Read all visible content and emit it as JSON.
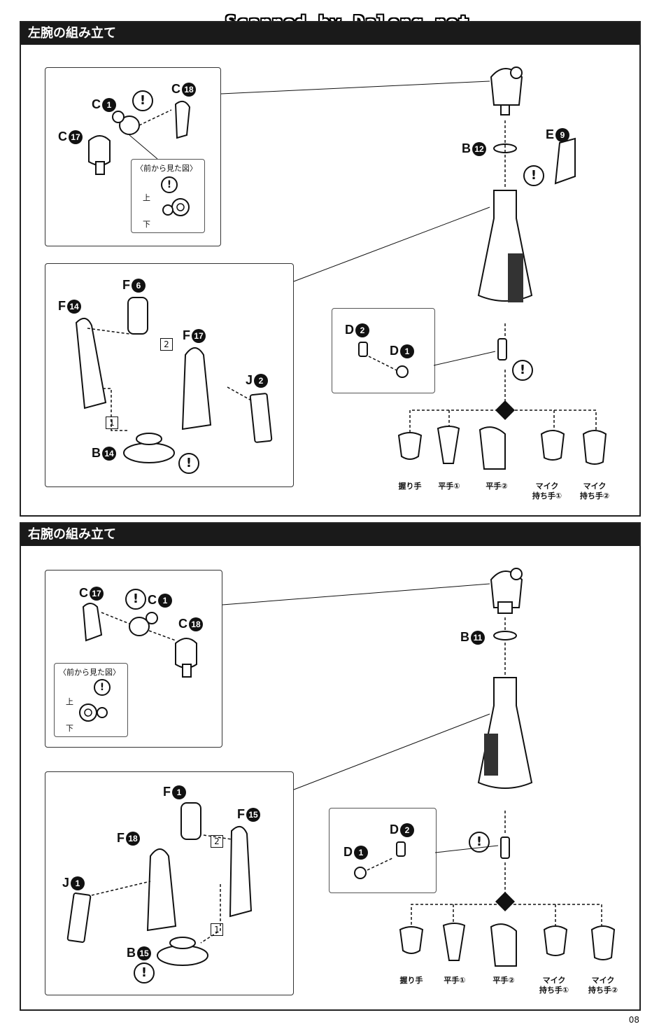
{
  "watermark": "Scanned by Dalong.net",
  "page_number": "08",
  "sections": [
    {
      "title": "左腕の組み立て",
      "box1": {
        "labels": [
          "C",
          "C",
          "C"
        ],
        "nums": [
          "1",
          "17",
          "18"
        ],
        "detail_title": "〈前から見た図〉",
        "top": "上",
        "bottom": "下"
      },
      "box2": {
        "labels": [
          "F",
          "F",
          "F",
          "J",
          "B"
        ],
        "nums": [
          "6",
          "14",
          "17",
          "2",
          "14"
        ],
        "steps": [
          "1",
          "2"
        ]
      },
      "box3": {
        "labels": [
          "D",
          "D"
        ],
        "nums": [
          "2",
          "1"
        ]
      },
      "main": {
        "labels": [
          "B",
          "E"
        ],
        "nums": [
          "12",
          "9"
        ]
      },
      "hands": [
        "握り手",
        "平手①",
        "平手②",
        "マイク\n持ち手①",
        "マイク\n持ち手②"
      ]
    },
    {
      "title": "右腕の組み立て",
      "box1": {
        "labels": [
          "C",
          "C",
          "C"
        ],
        "nums": [
          "17",
          "1",
          "18"
        ],
        "detail_title": "〈前から見た図〉",
        "top": "上",
        "bottom": "下"
      },
      "box2": {
        "labels": [
          "F",
          "F",
          "F",
          "J",
          "B"
        ],
        "nums": [
          "1",
          "18",
          "15",
          "1",
          "15"
        ],
        "steps": [
          "1",
          "2"
        ]
      },
      "box3": {
        "labels": [
          "D",
          "D"
        ],
        "nums": [
          "1",
          "2"
        ]
      },
      "main": {
        "labels": [
          "B"
        ],
        "nums": [
          "11"
        ]
      },
      "hands": [
        "握り手",
        "平手①",
        "平手②",
        "マイク\n持ち手①",
        "マイク\n持ち手②"
      ]
    }
  ],
  "warning_symbol": "!"
}
